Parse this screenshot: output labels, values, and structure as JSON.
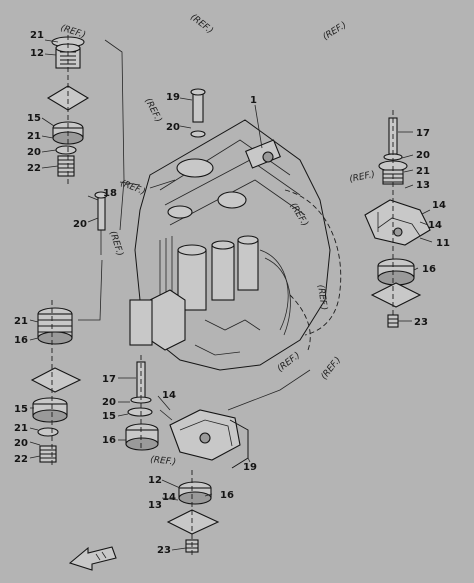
{
  "colors": {
    "background": "#b4b4b4",
    "ink": "#151515",
    "part_fill": "#c8c8c8",
    "part_shade": "#9a9a9a"
  },
  "reference_notes": [
    "(REF.)",
    "(REF.)",
    "(REF.)",
    "(REF.)",
    "(REF.)",
    "(REF.)",
    "(REF.)",
    "(REF.)",
    "(REF.)",
    "(REF.)",
    "(REF.)",
    "(REF.)"
  ],
  "callouts": {
    "top_left": [
      "21",
      "12",
      "15",
      "21",
      "20",
      "22"
    ],
    "upper_center": [
      "1",
      "19",
      "20",
      "18",
      "20"
    ],
    "right_group": [
      "17",
      "20",
      "21",
      "13",
      "14",
      "14",
      "11",
      "16",
      "23"
    ],
    "left_lower": [
      "21",
      "16",
      "15",
      "21",
      "20",
      "22"
    ],
    "bottom_group": [
      "17",
      "20",
      "14",
      "15",
      "16",
      "19",
      "12",
      "13",
      "14",
      "16",
      "23"
    ]
  },
  "icons": {
    "front_arrow": "front-direction-arrow-icon"
  }
}
